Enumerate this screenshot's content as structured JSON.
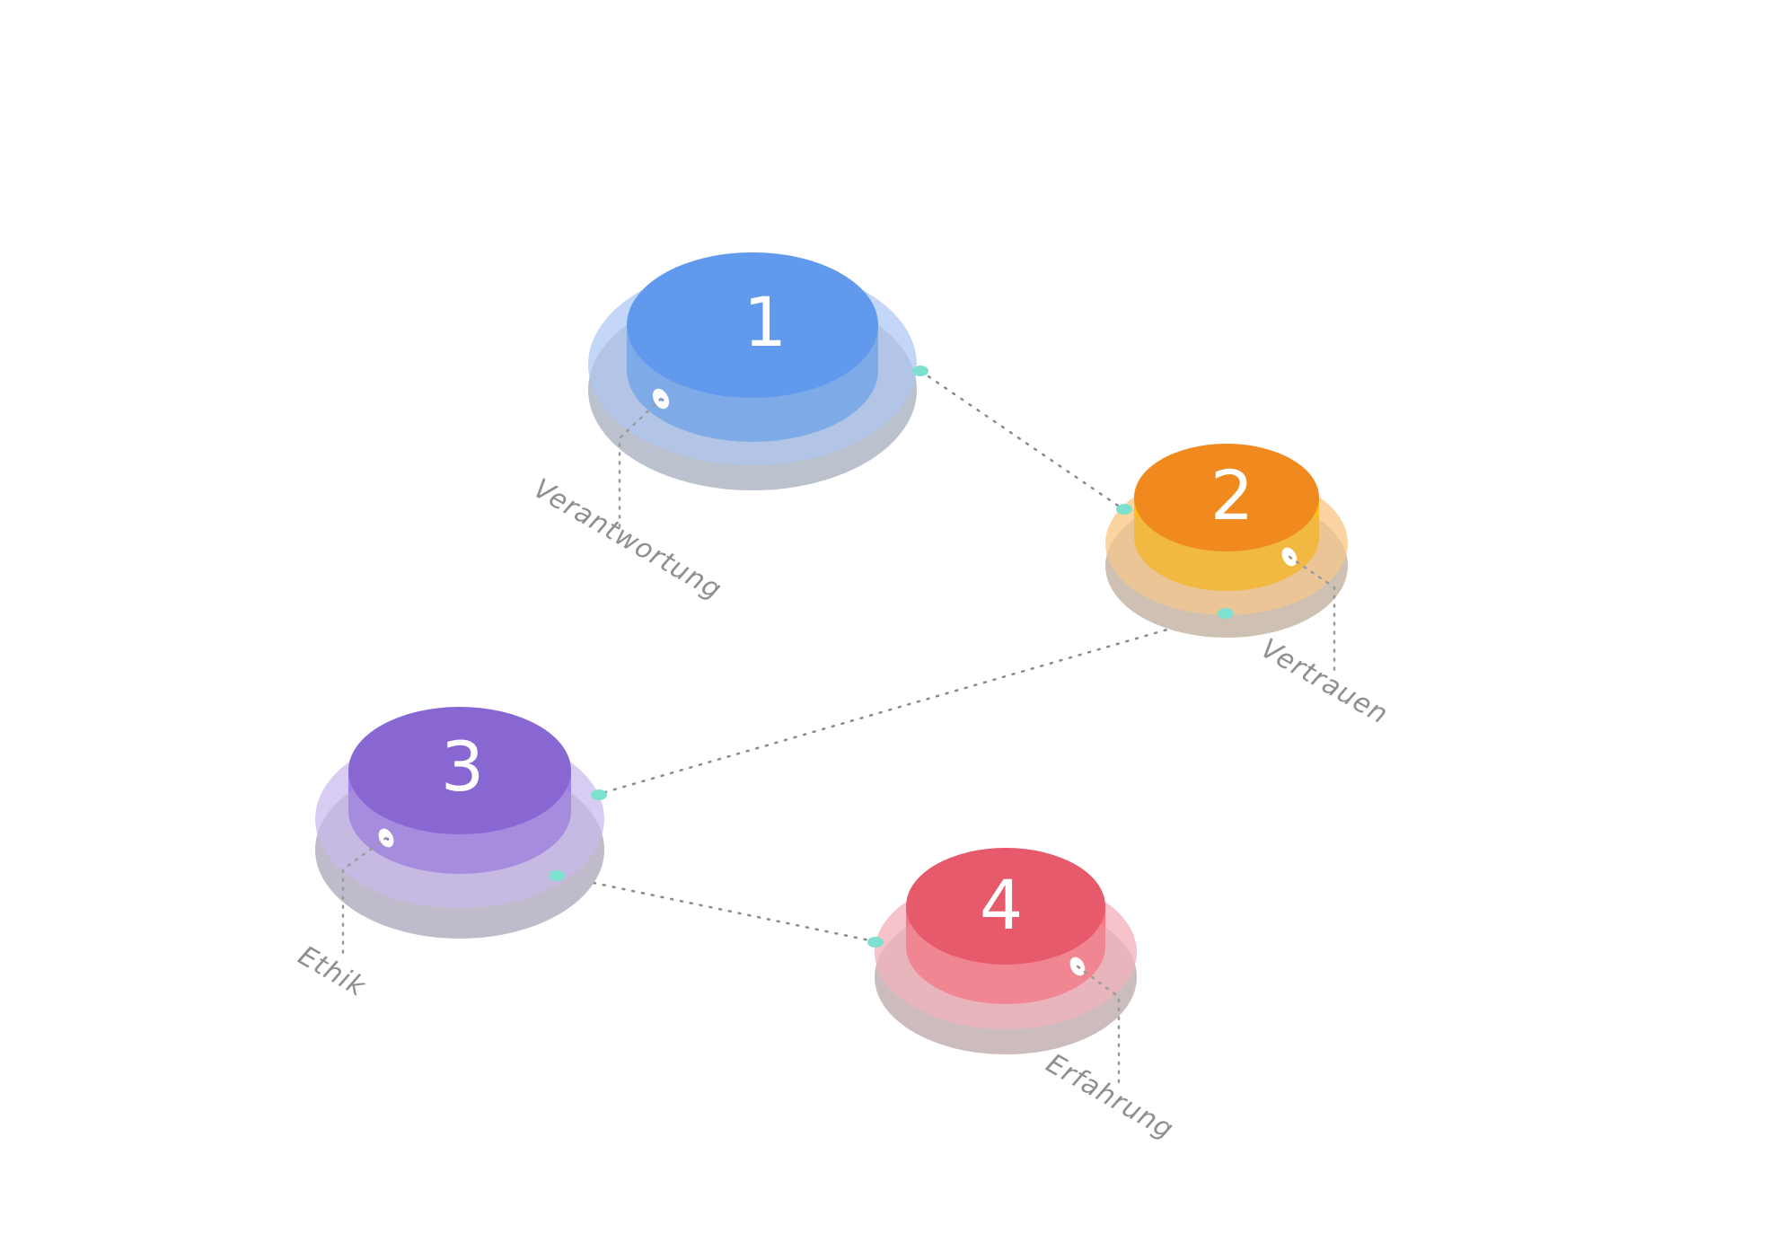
{
  "diagram": {
    "steps": [
      {
        "number": "1",
        "label": "Verantwortung",
        "colors": {
          "top": "#6199ec",
          "side": "#6aa7f0",
          "halo": "#b9cff6",
          "base": "#a3b5d8"
        }
      },
      {
        "number": "2",
        "label": "Vertrauen",
        "colors": {
          "top": "#f18a1e",
          "side": "#fdbd1d",
          "halo": "#fbcf98",
          "base": "#d9b18a"
        }
      },
      {
        "number": "3",
        "label": "Ethik",
        "colors": {
          "top": "#8967d3",
          "side": "#a180e8",
          "halo": "#d4c6f2",
          "base": "#b0a2cf"
        }
      },
      {
        "number": "4",
        "label": "Erfahrung",
        "colors": {
          "top": "#e65a6c",
          "side": "#fe7585",
          "halo": "#f5bcc4",
          "base": "#d7a5ab"
        }
      }
    ],
    "colors": {
      "shadow": "#c8c8c8",
      "connector": "#8a8a8a",
      "joint": "#7ee0cf",
      "label_text": "#8f8f8f"
    }
  }
}
